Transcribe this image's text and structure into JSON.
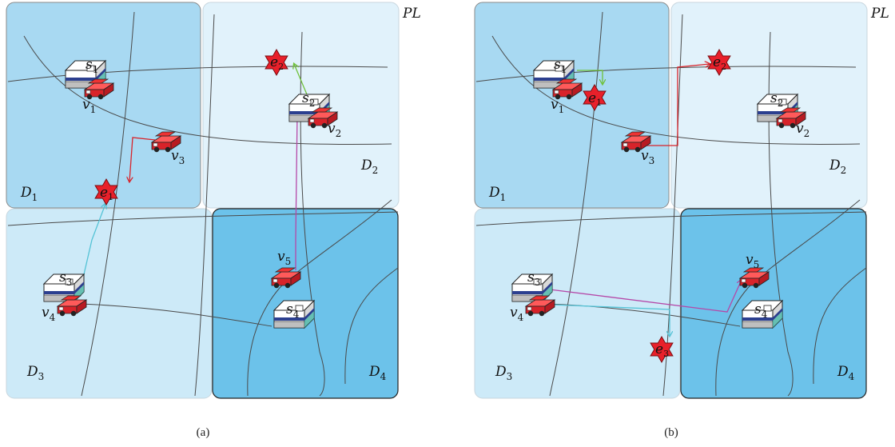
{
  "panels": [
    {
      "caption": "(a)",
      "pl_label": "PL",
      "districts": [
        {
          "id": "D1",
          "label": "D",
          "sub": "1",
          "fill": "#a8d9f2"
        },
        {
          "id": "D2",
          "label": "D",
          "sub": "2",
          "fill": "#e1f2fb"
        },
        {
          "id": "D3",
          "label": "D",
          "sub": "3",
          "fill": "#cdeaf8"
        },
        {
          "id": "D4",
          "label": "D",
          "sub": "4",
          "fill": "#6cc2ea"
        }
      ],
      "servers": [
        {
          "id": "s1",
          "label": "s",
          "sub": "1"
        },
        {
          "id": "s2",
          "label": "s",
          "sub": "2"
        },
        {
          "id": "s3",
          "label": "s",
          "sub": "3"
        },
        {
          "id": "s4",
          "label": "s",
          "sub": "4"
        }
      ],
      "vehicles": [
        {
          "id": "v1",
          "label": "v",
          "sub": "1"
        },
        {
          "id": "v2",
          "label": "v",
          "sub": "2"
        },
        {
          "id": "v3",
          "label": "v",
          "sub": "3"
        },
        {
          "id": "v4",
          "label": "v",
          "sub": "4"
        },
        {
          "id": "v5",
          "label": "v",
          "sub": "5"
        }
      ],
      "events": [
        {
          "id": "e1",
          "label": "e",
          "sub": "1"
        },
        {
          "id": "e2",
          "label": "e",
          "sub": "2"
        }
      ]
    },
    {
      "caption": "(b)",
      "pl_label": "PL",
      "districts": [
        {
          "id": "D1",
          "label": "D",
          "sub": "1",
          "fill": "#a8d9f2"
        },
        {
          "id": "D2",
          "label": "D",
          "sub": "2",
          "fill": "#e1f2fb"
        },
        {
          "id": "D3",
          "label": "D",
          "sub": "3",
          "fill": "#cdeaf8"
        },
        {
          "id": "D4",
          "label": "D",
          "sub": "4",
          "fill": "#6cc2ea"
        }
      ],
      "servers": [
        {
          "id": "s1",
          "label": "s",
          "sub": "1"
        },
        {
          "id": "s2",
          "label": "s",
          "sub": "2"
        },
        {
          "id": "s3",
          "label": "s",
          "sub": "3"
        },
        {
          "id": "s4",
          "label": "s",
          "sub": "4"
        }
      ],
      "vehicles": [
        {
          "id": "v1",
          "label": "v",
          "sub": "1"
        },
        {
          "id": "v2",
          "label": "v",
          "sub": "2"
        },
        {
          "id": "v3",
          "label": "v",
          "sub": "3"
        },
        {
          "id": "v4",
          "label": "v",
          "sub": "4"
        },
        {
          "id": "v5",
          "label": "v",
          "sub": "5"
        }
      ],
      "events": [
        {
          "id": "e1",
          "label": "e",
          "sub": "1"
        },
        {
          "id": "e2",
          "label": "e",
          "sub": "2"
        },
        {
          "id": "e3",
          "label": "e",
          "sub": "3"
        }
      ]
    }
  ],
  "colors": {
    "road": "#4a4a4a",
    "district_border": "#8a8a8a",
    "event_fill": "#e8202a",
    "car_body": "#d8232a",
    "car_window": "#2c3f8f",
    "server_stripe": "#2c3f8f",
    "link_red": "#d8232a",
    "link_green": "#6fc13a",
    "link_purple": "#b548a8",
    "link_cyan": "#55c3d6"
  },
  "icons": {
    "server": "server-building-icon",
    "vehicle": "vehicle-car-icon",
    "event": "event-star-icon"
  }
}
